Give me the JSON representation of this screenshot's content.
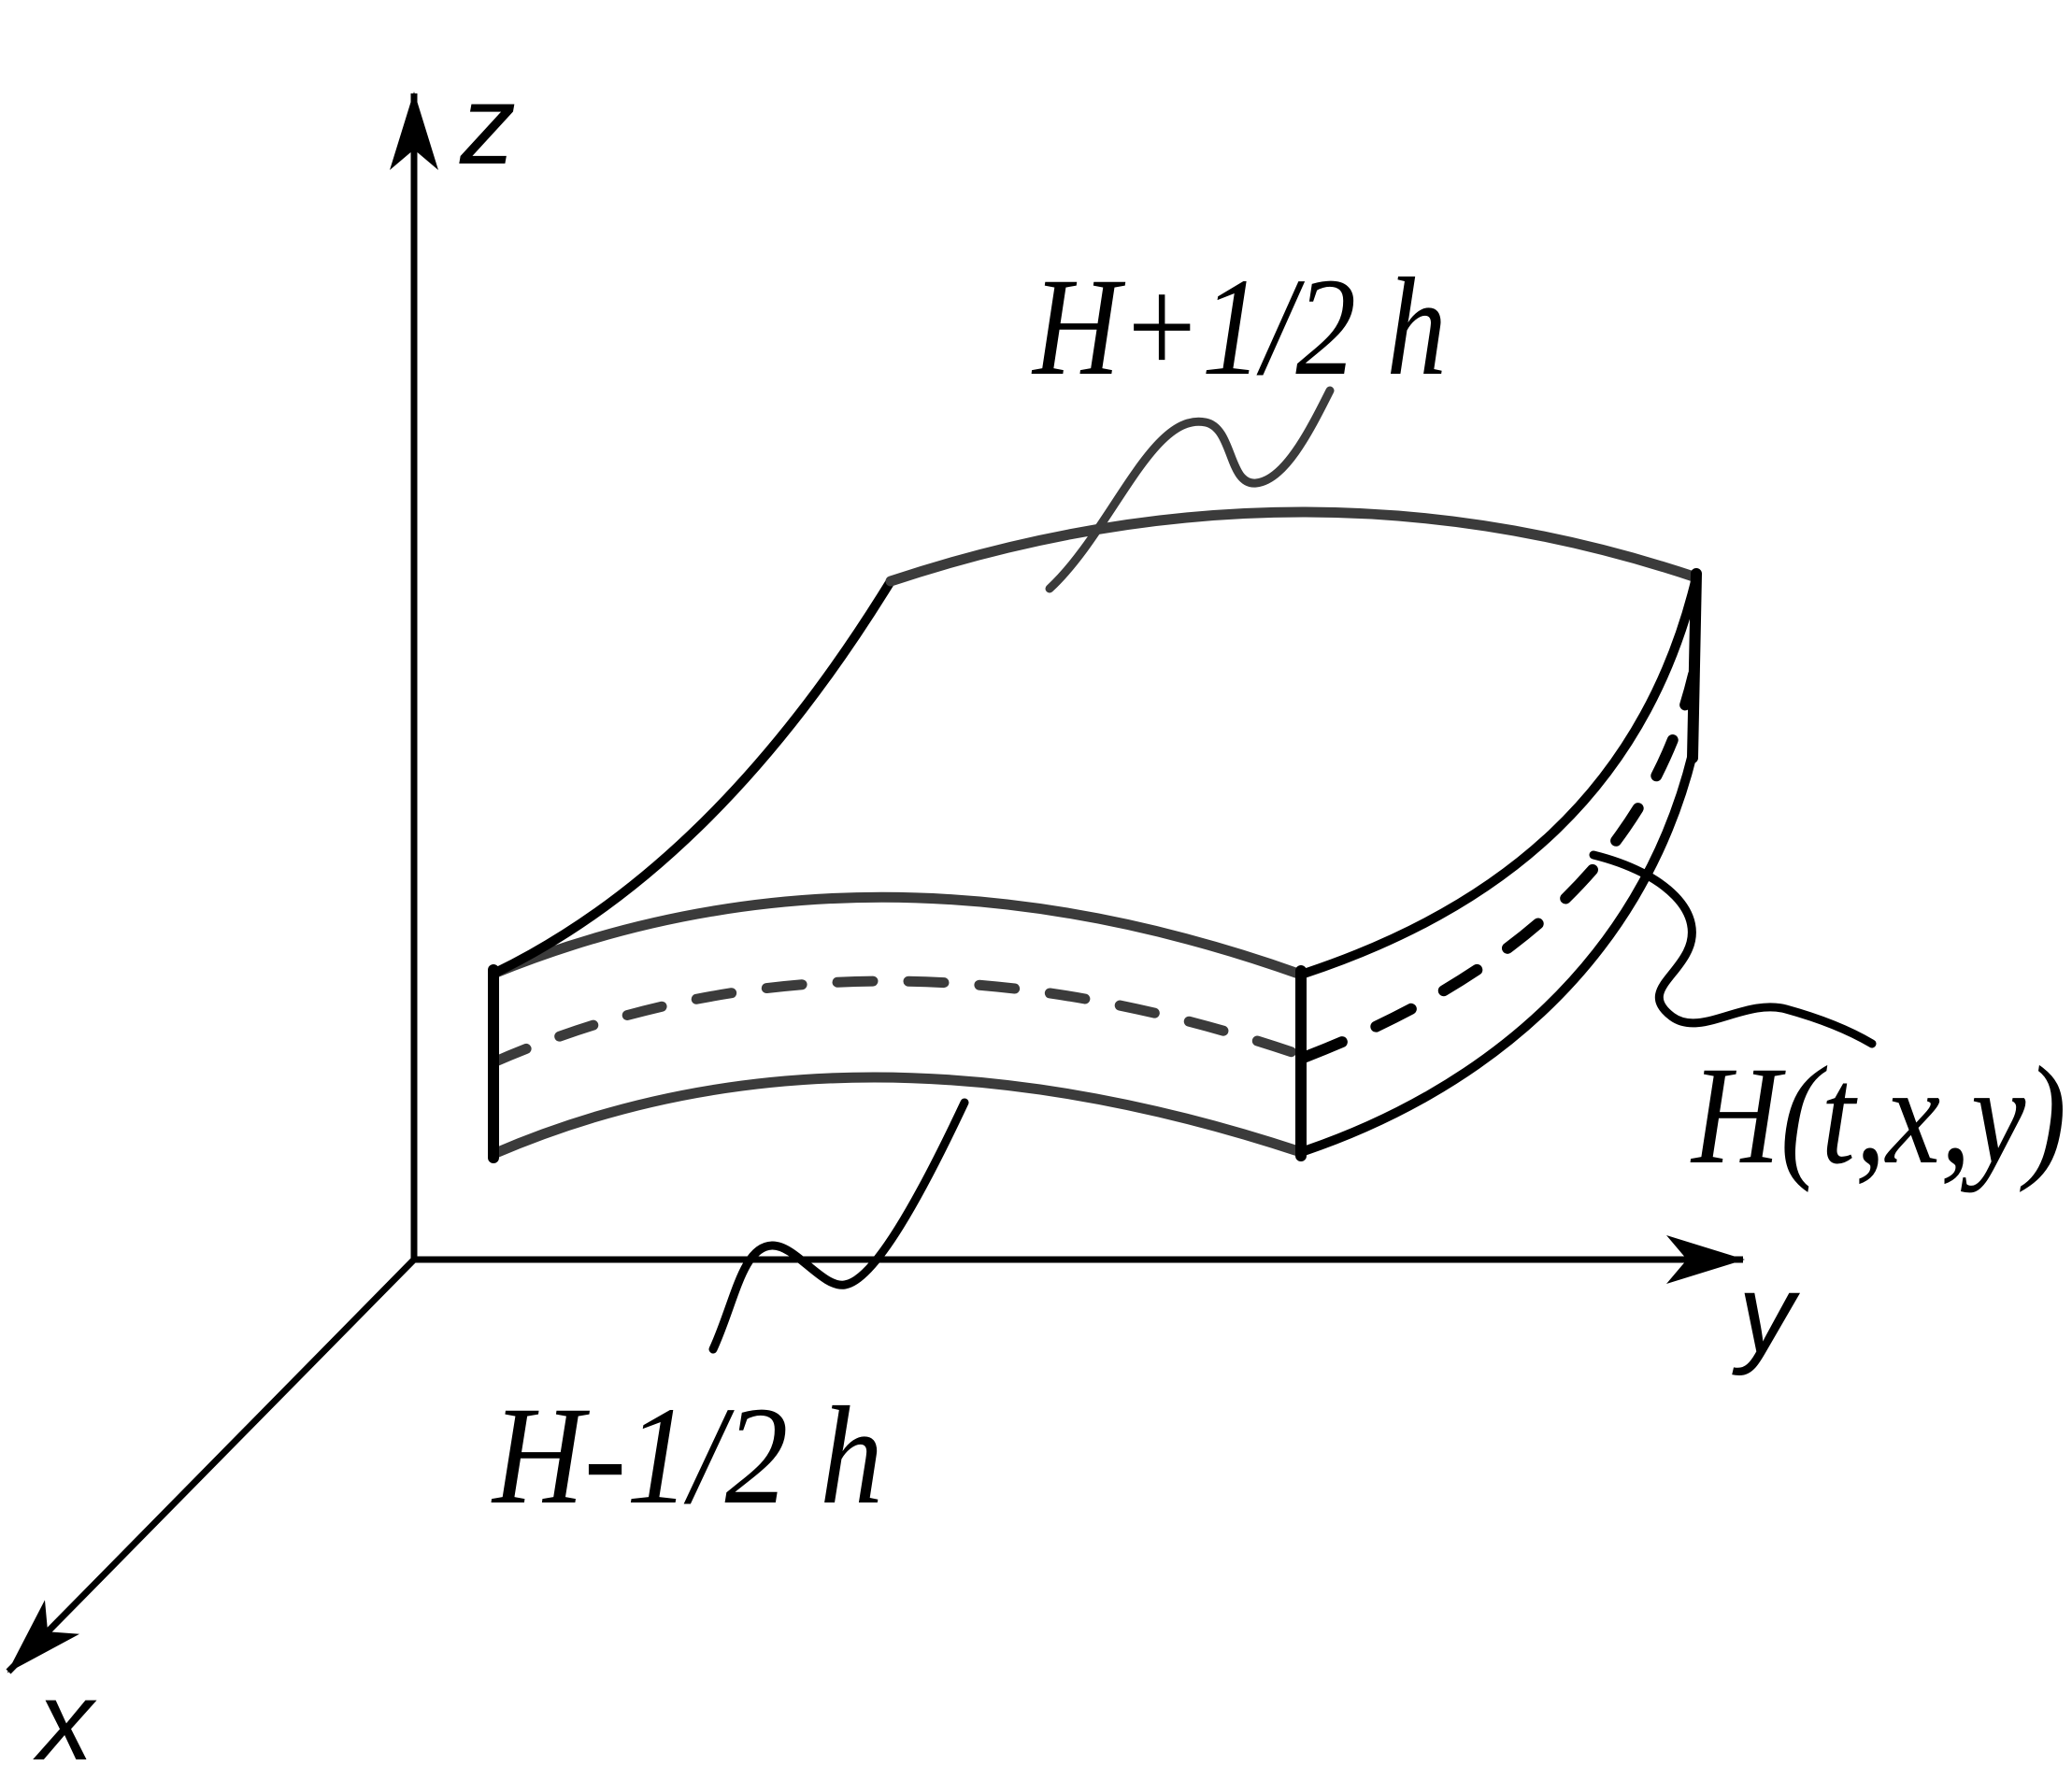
{
  "figure": {
    "colors": {
      "ink": "#000000",
      "muted_ink": "#3b3b3b",
      "background": "#ffffff"
    },
    "axes": {
      "x_label": "x",
      "y_label": "y",
      "z_label": "z"
    },
    "labels": {
      "upper_surface": "H+1/2 h",
      "lower_surface": "H-1/2 h",
      "thickness_function": "H(t,x,y)"
    }
  }
}
